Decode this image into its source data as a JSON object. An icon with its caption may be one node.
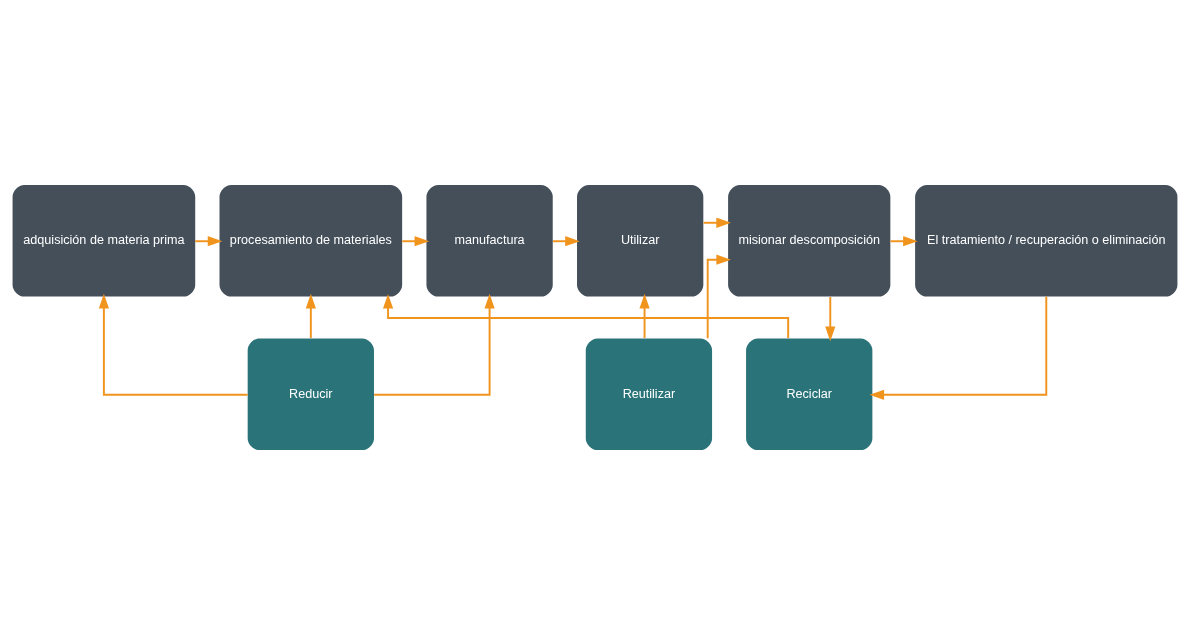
{
  "diagram": {
    "nodes": [
      {
        "text": [
          "adquisición de materia prima"
        ]
      },
      {
        "text": [
          "procesamiento de materiales"
        ]
      },
      {
        "text": [
          "manufactura"
        ]
      },
      {
        "text": [
          "Utilizar"
        ]
      },
      {
        "text": [
          "misionar descomposición"
        ]
      },
      {
        "text": [
          "El tratamiento / recuperación o eliminación"
        ]
      },
      {
        "text": [
          "Reducir"
        ]
      },
      {
        "text": [
          "Reutilizar"
        ]
      },
      {
        "text": [
          "Reciclar"
        ]
      }
    ],
    "edges": [
      {
        "from": 0,
        "to": 1,
        "arrow": "to"
      },
      {
        "from": 1,
        "to": 2,
        "arrow": "to"
      },
      {
        "from": 2,
        "to": 3,
        "arrow": "to"
      },
      {
        "from": 3,
        "to": 4,
        "arrow": "to"
      },
      {
        "from": 4,
        "to": 5,
        "arrow": "to"
      },
      {
        "from": 6,
        "to": 0,
        "arrow": "to"
      },
      {
        "from": 6,
        "to": 1,
        "arrow": "to"
      },
      {
        "from": 6,
        "to": 2,
        "arrow": "to"
      },
      {
        "from": 7,
        "to": 3,
        "arrow": "to"
      },
      {
        "from": 7,
        "to": 4,
        "arrow": "to"
      },
      {
        "from": 5,
        "to": 8,
        "arrow": "to"
      },
      {
        "from": 4,
        "to": 8,
        "arrow": "to"
      },
      {
        "from": 8,
        "to": 1,
        "arrow": "to"
      }
    ]
  }
}
